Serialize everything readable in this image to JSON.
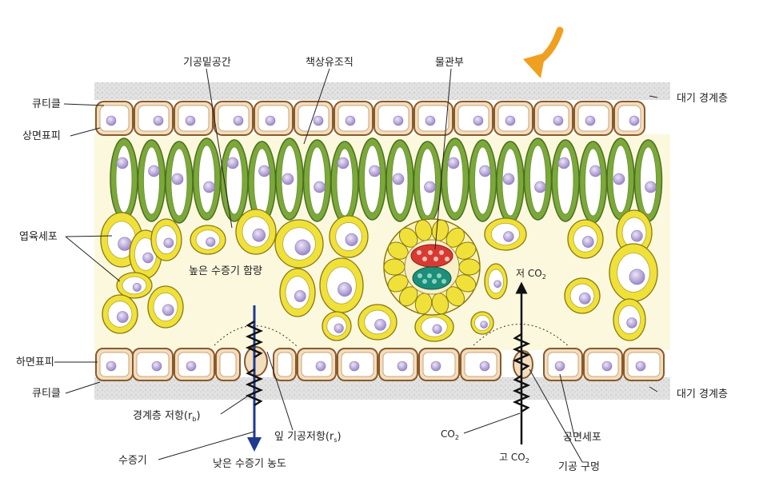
{
  "labels": {
    "cuticle_top": "큐티클",
    "upper_epidermis": "상면표피",
    "mesophyll": "엽육세포",
    "lower_epidermis": "하면표피",
    "cuticle_bottom": "큐티클",
    "boundary_resistance": "경계층 저항(r",
    "boundary_resistance_sub": "b",
    "transpiration": "수증기",
    "stomatal_space": "기공밑공간",
    "palisade": "책상유조직",
    "vascular": "물관부",
    "high_humidity": "높은 수증기 함량",
    "stomatal_resistance": "잎 기공저항(r",
    "stomatal_resistance_sub": "s",
    "low_humidity": "낮은 수증기 농도",
    "boundary_layer_top": "대기 경계층",
    "boundary_layer_bottom": "대기 경계층",
    "low_co2": "저 CO",
    "low_co2_sub": "2",
    "co2": "CO",
    "co2_sub": "2",
    "high_co2": "고 CO",
    "high_co2_sub": "2",
    "guard_cell": "공면세포",
    "stoma": "기공 구멍",
    "paren_close": ")"
  },
  "colors": {
    "cuticle": "#d6d6d6",
    "epidermis_fill": "#f2ddbf",
    "epidermis_stroke": "#8a5a2a",
    "palisade_green": "#7ba83a",
    "spongy_yellow": "#efe13a",
    "nucleus": "#b7a3d8",
    "xylem_red": "#d83a32",
    "phloem_teal": "#1b8f7a",
    "arrow_orange": "#f0a020",
    "vapor_arrow": "#1f3a8f",
    "resistor": "#111111"
  }
}
